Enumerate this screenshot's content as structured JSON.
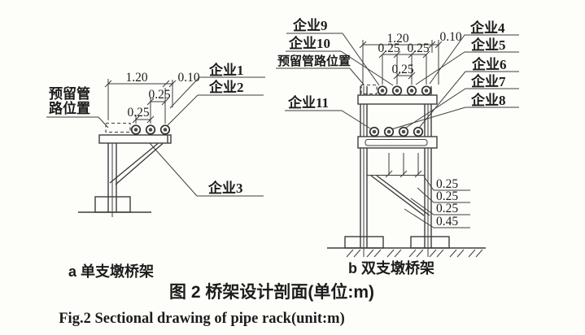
{
  "colors": {
    "line": "#3d3d3d",
    "text": "#1c1c1c",
    "background": "#fdfdfa"
  },
  "drawing_a": {
    "caption": "a 单支墩桥架",
    "reserved_line1": "预留管",
    "reserved_line2": "路位置",
    "label_ent1": "企业1",
    "label_ent2": "企业2",
    "label_ent3": "企业3",
    "dim_overall": "1.20",
    "dim_edge": "0.10",
    "dim_gap_upper": "0.25",
    "dim_gap_lower": "0.25"
  },
  "drawing_b": {
    "caption": "b 双支墩桥架",
    "reserved_label": "预留管路位置",
    "label_ent4": "企业4",
    "label_ent5": "企业5",
    "label_ent6": "企业6",
    "label_ent7": "企业7",
    "label_ent8": "企业8",
    "label_ent9": "企业9",
    "label_ent10": "企业10",
    "label_ent11": "企业11",
    "dim_overall": "1.20",
    "dim_edge": "0.10",
    "dim_gap_left": "0.25",
    "dim_gap_right": "0.25",
    "dim_gap_mid": "0.25",
    "dim_v1": "0.25",
    "dim_v2": "0.25",
    "dim_v3": "0.25",
    "dim_v4": "0.45"
  },
  "caption_zh": "图 2  桥架设计剖面(单位:m)",
  "caption_en": "Fig.2  Sectional drawing of pipe rack(unit:m)"
}
